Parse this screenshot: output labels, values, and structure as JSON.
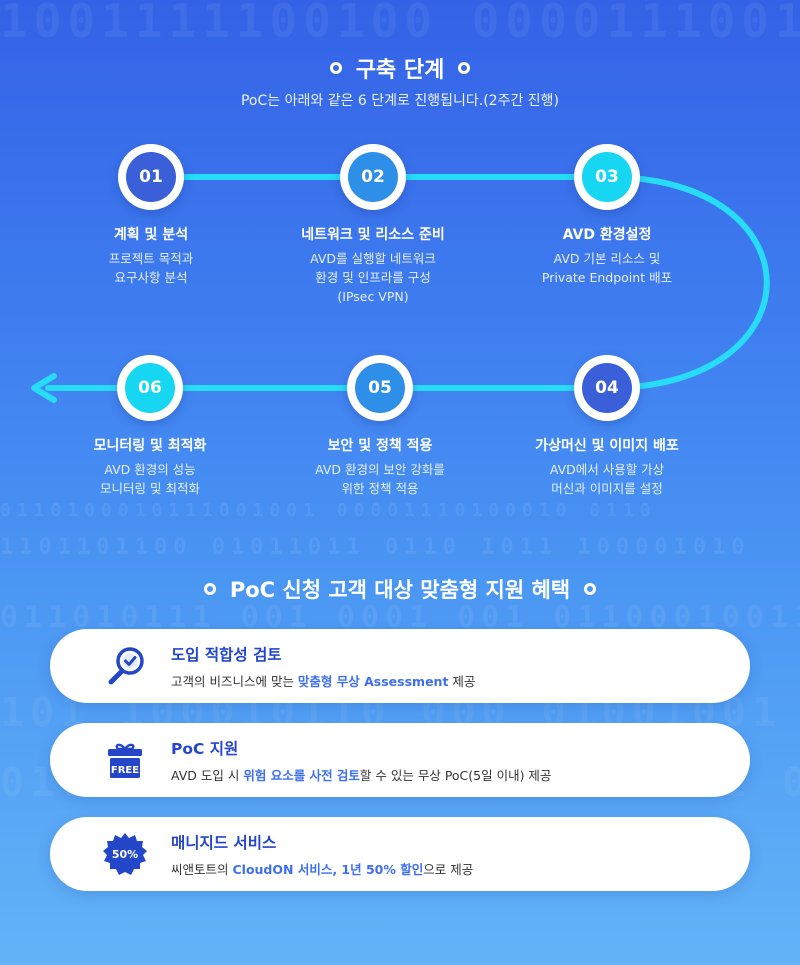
{
  "section1": {
    "title": "구축 단계",
    "subtitle": "PoC는 아래와 같은 6 단계로 진행됩니다.(2주간 진행)"
  },
  "steps": [
    {
      "num": "01",
      "name": "계획 및 분석",
      "desc1": "프로젝트 목적과",
      "desc2": "요구사항 분석",
      "desc3": ""
    },
    {
      "num": "02",
      "name": "네트워크 및 리소스 준비",
      "desc1": "AVD를 실행할 네트워크",
      "desc2": "환경 및 인프라를 구성",
      "desc3": "(IPsec VPN)"
    },
    {
      "num": "03",
      "name": "AVD 환경설정",
      "desc1": "AVD 기본 리소스 및",
      "desc2": "Private Endpoint 배포",
      "desc3": ""
    },
    {
      "num": "04",
      "name": "가상머신 및 이미지 배포",
      "desc1": "AVD에서 사용할 가상",
      "desc2": "머신과 이미지를 설정",
      "desc3": ""
    },
    {
      "num": "05",
      "name": "보안 및 정책 적용",
      "desc1": "AVD 환경의 보안 강화를",
      "desc2": "위한 정책 적용",
      "desc3": ""
    },
    {
      "num": "06",
      "name": "모니터링 및 최적화",
      "desc1": "AVD 환경의 성능",
      "desc2": "모니터링 및 최적화",
      "desc3": ""
    }
  ],
  "section2": {
    "title": "PoC 신청 고객 대상 맞춤형 지원 혜택"
  },
  "benefits": [
    {
      "title": "도입 적합성 검토",
      "pre": "고객의 비즈니스에 맞는 ",
      "hl": "맞춤형 무상 Assessment",
      "post": " 제공",
      "icon": "magnifier-check-icon"
    },
    {
      "title": "PoC 지원",
      "pre": "AVD 도입 시 ",
      "hl": "위험 요소를 사전 검토",
      "post": "할 수 있는 무상 PoC(5일 이내) 제공",
      "icon": "free-gift-icon",
      "icon_text": "FREE"
    },
    {
      "title": "매니지드 서비스",
      "pre": "씨앤토트의 ",
      "hl": "CloudON 서비스, 1년 50% 할인",
      "post": "으로 제공",
      "icon": "discount-badge-icon",
      "icon_text": "50%"
    }
  ],
  "colors": {
    "step_blue": "#3a5fd9",
    "step_cyan": "#16d6f2",
    "path": "#27dcf6",
    "card_title": "#2447c9",
    "highlight": "#3d6ff0"
  }
}
